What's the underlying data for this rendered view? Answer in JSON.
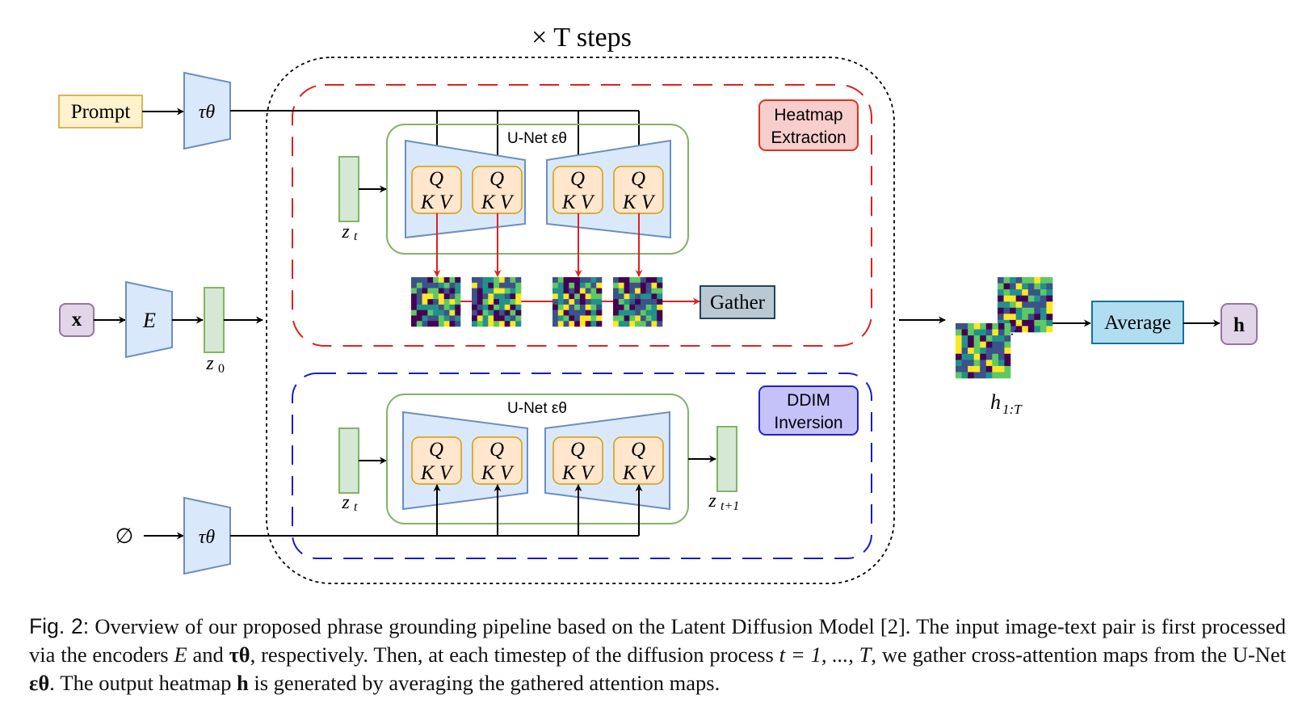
{
  "diagram": {
    "loop_label": "× T steps",
    "prompt_label": "Prompt",
    "text_encoder_label": "τθ",
    "null_symbol": "∅",
    "image_input_label": "x",
    "image_encoder_label": "E",
    "latent_z0_label": "z0",
    "heatmap_extraction": {
      "line1": "Heatmap",
      "line2": "Extraction"
    },
    "ddim_inversion": {
      "line1": "DDIM",
      "line2": "Inversion"
    },
    "unet_label": "U-Net εθ",
    "zt_label": "zt",
    "zt1_label": "zt+1",
    "qkv": {
      "q": "Q",
      "k": "K",
      "v": "V"
    },
    "gather_label": "Gather",
    "heatmaps_label": "h1:T",
    "average_label": "Average",
    "output_label": "h"
  },
  "caption": {
    "fig_label": "Fig. 2:",
    "text_1": "Overview of our proposed phrase grounding pipeline based on the Latent Diffusion Model [2]. The input image-text pair is first processed via the encoders",
    "E": "E",
    "and": "and",
    "tau": "τθ",
    "text_2": ", respectively. Then, at each timestep of the diffusion process",
    "t_eq": "t = 1, ..., T",
    "text_3": ", we gather cross-attention maps from the U-Net",
    "eps": "εθ",
    "text_4": ". The output heatmap",
    "h": "h",
    "text_5": "is generated by averaging the gathered attention maps."
  },
  "colors": {
    "viridis": [
      "#440154",
      "#3b528b",
      "#21918c",
      "#5ec962",
      "#fde725"
    ],
    "encoder_fill": "#dae8fc",
    "encoder_stroke": "#6c8ebf",
    "prompt_fill": "#fff2cc",
    "prompt_stroke": "#d6b656",
    "latent_fill": "#d5e8d4",
    "latent_stroke": "#82b366",
    "purple_fill": "#e1d5e7",
    "purple_stroke": "#9673a6",
    "heatmap_box_fill": "#f8cecc",
    "heatmap_box_stroke": "#e0301e",
    "ddim_box_fill": "#c5c2fa",
    "ddim_box_stroke": "#2222c8",
    "qkv_fill": "#ffe6cc",
    "qkv_stroke": "#d79b00",
    "gather_fill": "#bac8d3",
    "gather_stroke": "#23445d",
    "average_fill": "#b1ddf0",
    "average_stroke": "#10739e",
    "red_arrow": "#e02020",
    "blue_dash": "#1a1ac8"
  }
}
